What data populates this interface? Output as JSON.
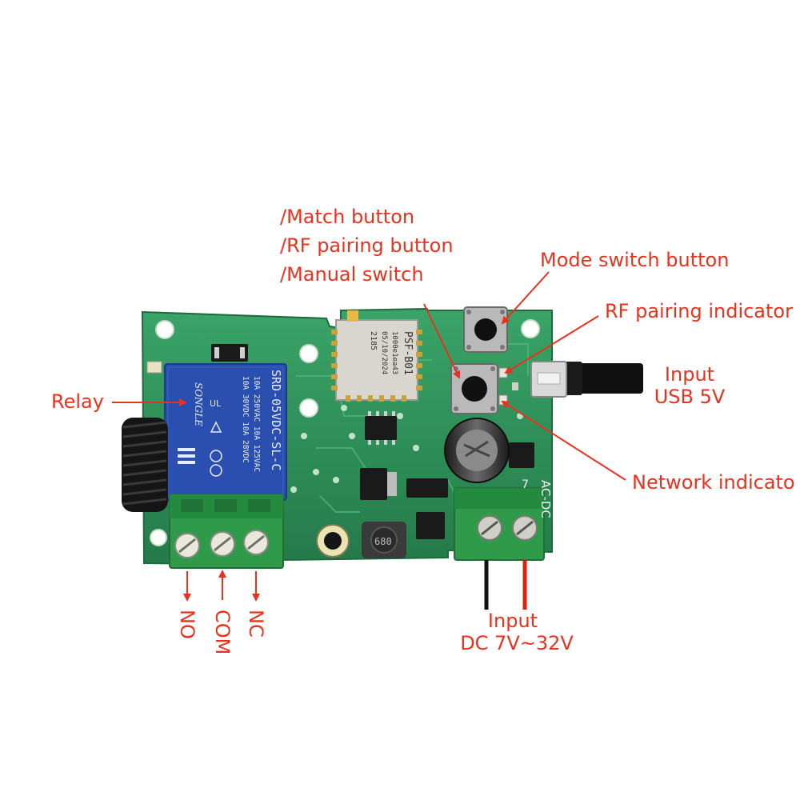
{
  "labels": {
    "match_line1": "/Match button",
    "match_line2": "/RF pairing button",
    "match_line3": "/Manual switch",
    "mode_switch": "Mode switch button",
    "rf_indicator": "RF pairing indicator",
    "usb_line1": "Input",
    "usb_line2": "USB 5V",
    "relay": "Relay",
    "network": "Network indicato",
    "dc_line1": "Input",
    "dc_line2": "DC 7V~32V",
    "no": "NO",
    "com": "COM",
    "nc": "NC"
  },
  "board": {
    "relay_brand": "SONGLE",
    "relay_model": "SRD-05VDC-SL-C",
    "relay_rating_1": "10A 250VAC  10A 125VAC",
    "relay_rating_2": "10A 30VDC   10A 28VDC",
    "module_line1": "PSF-B01",
    "module_line2": "1000e1ea43",
    "module_line3": "05/10/2024",
    "module_line4": "2185",
    "terminal_mark": "AC-DC",
    "inductor_mark": "680",
    "polarity_mark": "7"
  },
  "colors": {
    "label_red": "#e8321e",
    "pcb_green": "#2f8f5a",
    "terminal_green": "#2e9a4a",
    "relay_blue": "#2a4fb0",
    "wire_red": "#e0200e",
    "wire_black": "#111111"
  }
}
